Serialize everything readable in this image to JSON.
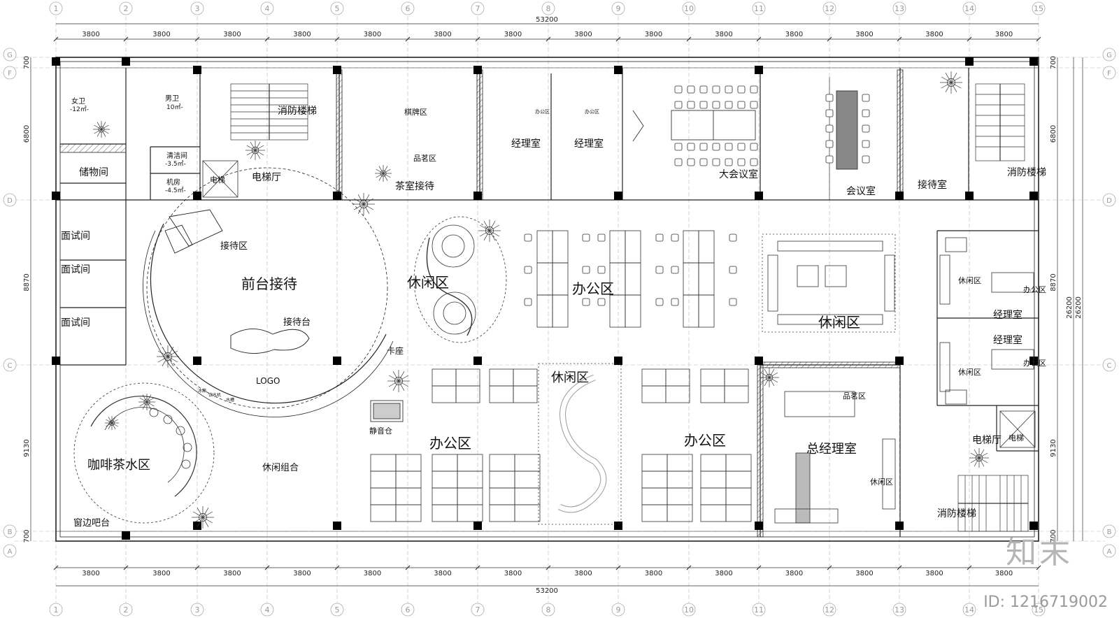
{
  "grid": {
    "columns": [
      "1",
      "2",
      "3",
      "4",
      "5",
      "6",
      "7",
      "8",
      "9",
      "10",
      "11",
      "12",
      "13",
      "14",
      "15"
    ],
    "rows": [
      "G",
      "F",
      "D",
      "C",
      "B",
      "A"
    ]
  },
  "dimensions": {
    "bay_spans": [
      "3800",
      "3800",
      "3800",
      "3800",
      "3800",
      "3800",
      "3800",
      "3800",
      "3800",
      "3800",
      "3800",
      "3800",
      "3800",
      "3800"
    ],
    "total_width": "53200",
    "left_vertical": [
      "700",
      "6800",
      "8870",
      "9130",
      "700"
    ],
    "total_height": "26200"
  },
  "rooms": {
    "women_wc": "女卫",
    "women_wc_area": "-12㎡-",
    "men_wc": "男卫",
    "men_wc_area": "10㎡-",
    "cleaning": "清洁间",
    "cleaning_area": "-3.5㎡-",
    "machine": "机房",
    "machine_area": "-4.5㎡-",
    "storage": "储物间",
    "fire_stair_1": "消防楼梯",
    "elevator_hall_1": "电梯厅",
    "elevator_1": "电梯",
    "chess_area": "棋牌区",
    "tea_area": "品茗区",
    "tea_reception": "茶室接待",
    "manager_1": "经理室",
    "manager_2": "经理室",
    "office_small_1": "办公区",
    "office_small_2": "办公区",
    "big_meeting": "大会议室",
    "meeting": "会议室",
    "reception_room": "接待室",
    "fire_stair_2": "消防楼梯",
    "interview_1": "面试间",
    "interview_2": "面试间",
    "interview_3": "面试间",
    "reception_zone": "接待区",
    "front_desk": "前台接待",
    "reception_desk": "接待台",
    "logo": "LOGO",
    "leisure_1": "休闲区",
    "office_1": "办公区",
    "leisure_2": "休闲区",
    "leisure_r1": "休闲区",
    "office_r1": "办公区",
    "manager_r1": "经理室",
    "manager_r2": "经理室",
    "leisure_r2": "休闲区",
    "office_r2": "办公区",
    "booth": "卡座",
    "fridge": "冰箱",
    "water": "饮水机",
    "sink": "水槽",
    "silent_pod": "静音仓",
    "coffee": "咖啡茶水区",
    "leisure_combo": "休闲组合",
    "window_bar": "窗边吧台",
    "office_2": "办公区",
    "leisure_3": "休闲区",
    "office_3": "办公区",
    "tea_area_2": "品茗区",
    "gm_office": "总经理室",
    "leisure_gm": "休闲区",
    "elevator_hall_2": "电梯厅",
    "elevator_2": "电梯",
    "fire_stair_3": "消防楼梯"
  },
  "watermark": {
    "logo": "知末",
    "id": "ID: 1216719002"
  }
}
